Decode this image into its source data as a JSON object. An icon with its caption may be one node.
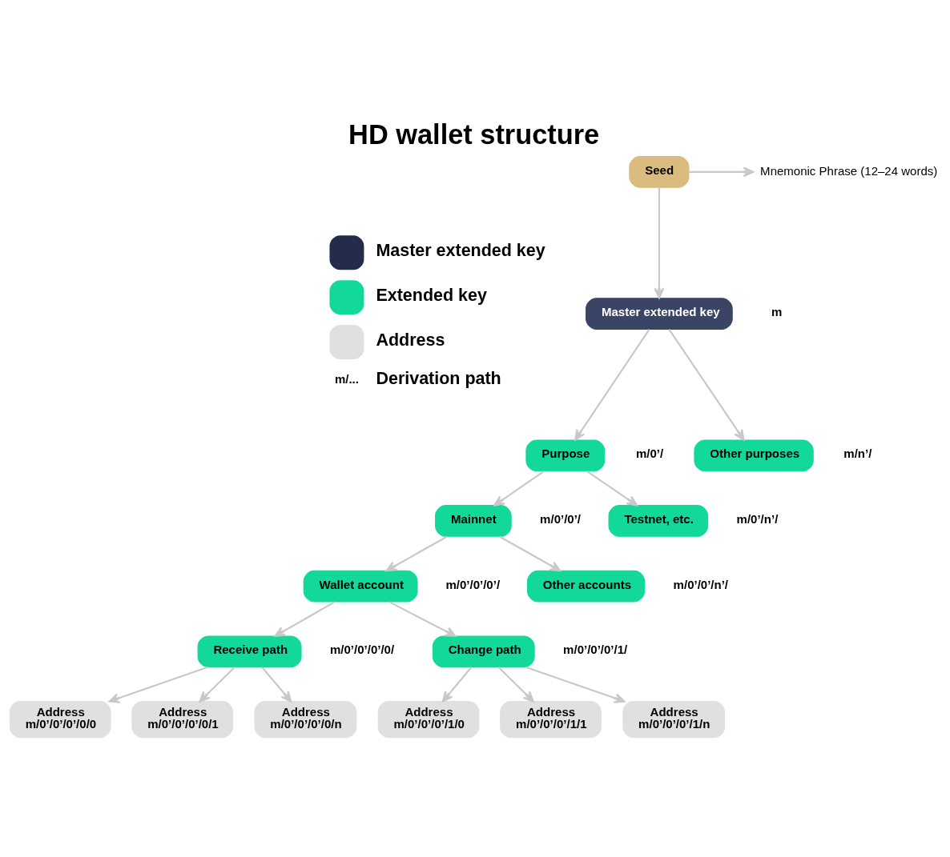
{
  "diagram": {
    "title": "HD wallet structure",
    "nodes": [
      {
        "text": [
          "Seed"
        ]
      },
      {
        "text": [
          "Mnemonic Phrase (12–24 words)"
        ]
      },
      {
        "text": [
          "Master extended key"
        ],
        "beside": [
          "m"
        ]
      },
      {
        "text": [
          "Purpose"
        ],
        "beside": [
          "m/0’/"
        ]
      },
      {
        "text": [
          "Other purposes"
        ],
        "beside": [
          "m/n’/"
        ]
      },
      {
        "text": [
          "Mainnet"
        ],
        "beside": [
          "m/0’/0’/"
        ]
      },
      {
        "text": [
          "Testnet, etc."
        ],
        "beside": [
          "m/0’/n’/"
        ]
      },
      {
        "text": [
          "Wallet account"
        ],
        "beside": [
          "m/0’/0’/0’/"
        ]
      },
      {
        "text": [
          "Other accounts"
        ],
        "beside": [
          "m/0’/0’/n’/"
        ]
      },
      {
        "text": [
          "Receive path"
        ],
        "beside": [
          "m/0’/0’/0’/0/"
        ]
      },
      {
        "text": [
          "Change path"
        ],
        "beside": [
          "m/0’/0’/0’/1/"
        ]
      },
      {
        "text": [
          "Address",
          "m/0’/0’/0’/0/0"
        ]
      },
      {
        "text": [
          "Address",
          "m/0’/0’/0’/0/1"
        ]
      },
      {
        "text": [
          "Address",
          "m/0’/0’/0’/0/n"
        ]
      },
      {
        "text": [
          "Address",
          "m/0’/0’/0’/1/0"
        ]
      },
      {
        "text": [
          "Address",
          "m/0’/0’/0’/1/1"
        ]
      },
      {
        "text": [
          "Address",
          "m/0’/0’/0’/1/n"
        ]
      }
    ],
    "edges": [
      {
        "from": 0,
        "to": 1,
        "arrow": "to"
      },
      {
        "from": 0,
        "to": 2,
        "arrow": "to"
      },
      {
        "from": 2,
        "to": 3,
        "arrow": "to"
      },
      {
        "from": 2,
        "to": 4,
        "arrow": "to"
      },
      {
        "from": 3,
        "to": 5,
        "arrow": "to"
      },
      {
        "from": 3,
        "to": 6,
        "arrow": "to"
      },
      {
        "from": 5,
        "to": 7,
        "arrow": "to"
      },
      {
        "from": 5,
        "to": 8,
        "arrow": "to"
      },
      {
        "from": 7,
        "to": 9,
        "arrow": "to"
      },
      {
        "from": 7,
        "to": 10,
        "arrow": "to"
      },
      {
        "from": 9,
        "to": 11,
        "arrow": "to"
      },
      {
        "from": 9,
        "to": 12,
        "arrow": "to"
      },
      {
        "from": 9,
        "to": 13,
        "arrow": "to"
      },
      {
        "from": 10,
        "to": 14,
        "arrow": "to"
      },
      {
        "from": 10,
        "to": 15,
        "arrow": "to"
      },
      {
        "from": 10,
        "to": 16,
        "arrow": "to"
      }
    ],
    "labels": [
      "m/..."
    ],
    "legend": [
      {
        "text": "Master extended key",
        "color": "#232d4b"
      },
      {
        "text": "Extended key",
        "color": "#12d89a"
      },
      {
        "text": "Address",
        "color": "#e0e0e0"
      },
      {
        "text": "Derivation path"
      }
    ]
  }
}
